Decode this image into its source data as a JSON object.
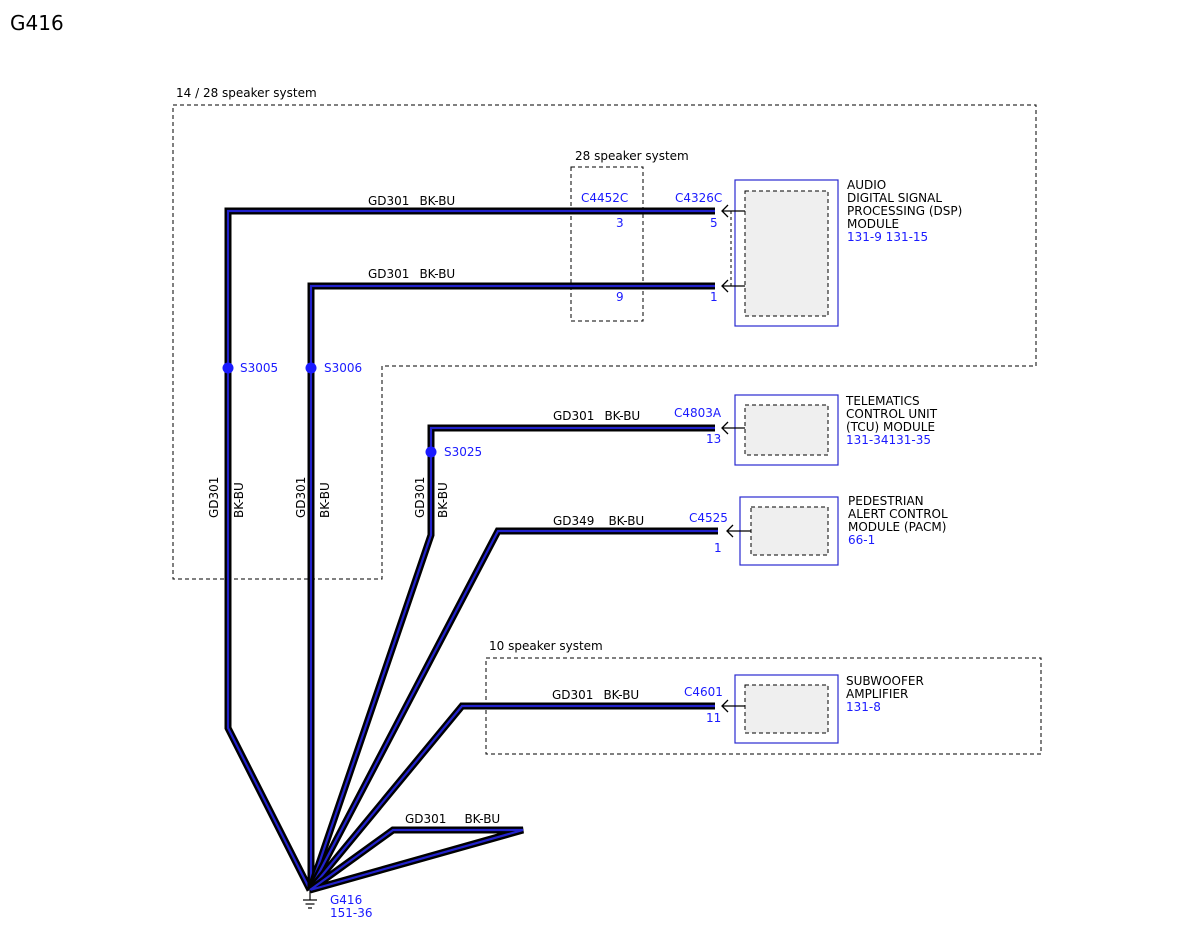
{
  "title": "G416",
  "groups": {
    "system_14_28": "14 / 28 speaker system",
    "system_28": "28 speaker system",
    "system_10": "10 speaker system"
  },
  "wires": {
    "w1": {
      "circuit": "GD301",
      "color": "BK-BU"
    },
    "w2": {
      "circuit": "GD301",
      "color": "BK-BU"
    },
    "w3": {
      "circuit": "GD301",
      "color": "BK-BU"
    },
    "w4": {
      "circuit": "GD349",
      "color": "BK-BU"
    },
    "w5": {
      "circuit": "GD301",
      "color": "BK-BU"
    },
    "w6": {
      "circuit": "GD301",
      "color": "BK-BU"
    }
  },
  "vertical_labels": {
    "v1": {
      "circuit": "GD301",
      "color": "BK-BU"
    },
    "v2": {
      "circuit": "GD301",
      "color": "BK-BU"
    },
    "v3": {
      "circuit": "GD301",
      "color": "BK-BU"
    }
  },
  "splices": {
    "s1": "S3005",
    "s2": "S3006",
    "s3": "S3025"
  },
  "inline_connector": {
    "id": "C4452C",
    "pin_a": "3",
    "pin_b": "9"
  },
  "modules": {
    "dsp": {
      "connector": "C4326C",
      "pin_a": "5",
      "pin_b": "1",
      "name_lines": [
        "AUDIO",
        "DIGITAL SIGNAL",
        "PROCESSING (DSP)",
        "MODULE"
      ],
      "refs": "131-9  131-15"
    },
    "tcu": {
      "connector": "C4803A",
      "pin": "13",
      "name_lines": [
        "TELEMATICS",
        "CONTROL UNIT",
        "(TCU) MODULE"
      ],
      "refs": "131-34131-35"
    },
    "pacm": {
      "connector": "C4525",
      "pin": "1",
      "name_lines": [
        "PEDESTRIAN",
        "ALERT CONTROL",
        "MODULE (PACM)"
      ],
      "refs": "66-1"
    },
    "sub": {
      "connector": "C4601",
      "pin": "11",
      "name_lines": [
        "SUBWOOFER",
        "AMPLIFIER"
      ],
      "refs": "131-8"
    }
  },
  "ground": {
    "id": "G416",
    "ref": "151-36"
  },
  "colors": {
    "wire_outline": "#000000",
    "wire_stripe": "#2222cc",
    "reference_text": "#1a1aff",
    "module_fill": "#efefef"
  }
}
